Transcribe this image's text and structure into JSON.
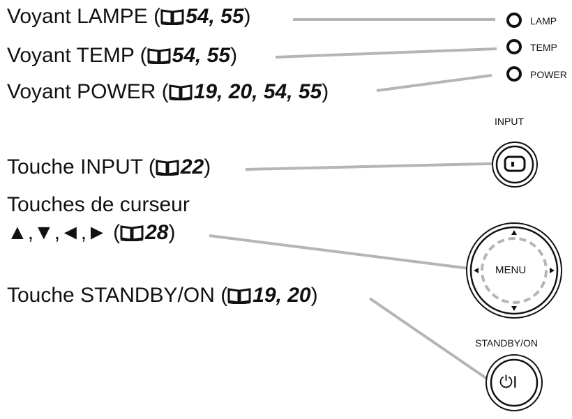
{
  "labels": {
    "lamp": {
      "text": "Voyant LAMPE (",
      "ref": "54, 55",
      "close": ")"
    },
    "temp": {
      "text": "Voyant TEMP (",
      "ref": "54, 55",
      "close": ")"
    },
    "power": {
      "text": "Voyant POWER (",
      "ref": "19, 20, 54, 55",
      "close": ")"
    },
    "input": {
      "text": "Touche INPUT (",
      "ref": "22",
      "close": ")"
    },
    "cursor_line1": "Touches de curseur",
    "cursor": {
      "text": "▲,▼,◄,► (",
      "ref": "28",
      "close": ")"
    },
    "standby": {
      "text": "Touche STANDBY/ON (",
      "ref": "19, 20",
      "close": ")"
    }
  },
  "device": {
    "lamp_indicator": "LAMP",
    "temp_indicator": "TEMP",
    "power_indicator": "POWER",
    "input_button": "INPUT",
    "menu_button": "MENU",
    "standby_button": "STANDBY/ON",
    "standby_symbol": "⏻I"
  },
  "icons": {
    "reference": "book-icon"
  },
  "colors": {
    "leader_line": "#b5b5b5",
    "text": "#111111"
  }
}
